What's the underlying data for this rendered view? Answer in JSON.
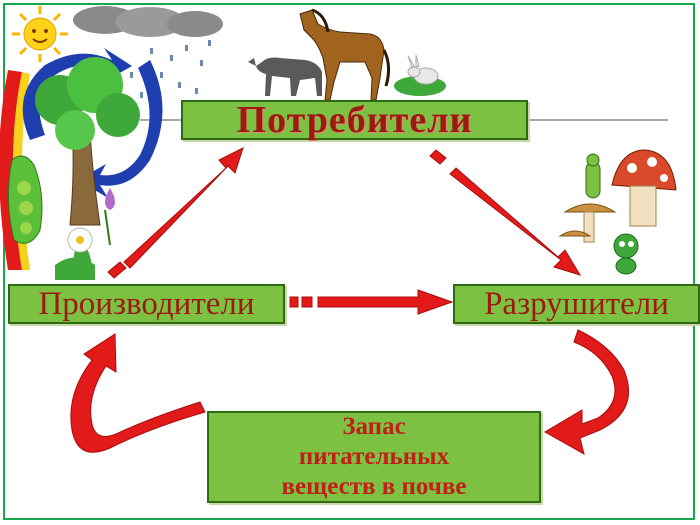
{
  "diagram": {
    "nodes": {
      "consumers": "Потребители",
      "producers": "Производители",
      "decomposers": "Разрушители",
      "soil": {
        "line1": "Запас",
        "line2": "питательных",
        "line3": "веществ в почве"
      }
    }
  },
  "colors": {
    "box_fill": "#7dc142",
    "box_border": "#2e6b12",
    "label_text": "#9b1a12",
    "arrow": "#e31a1a",
    "frame": "#1aa64a"
  }
}
